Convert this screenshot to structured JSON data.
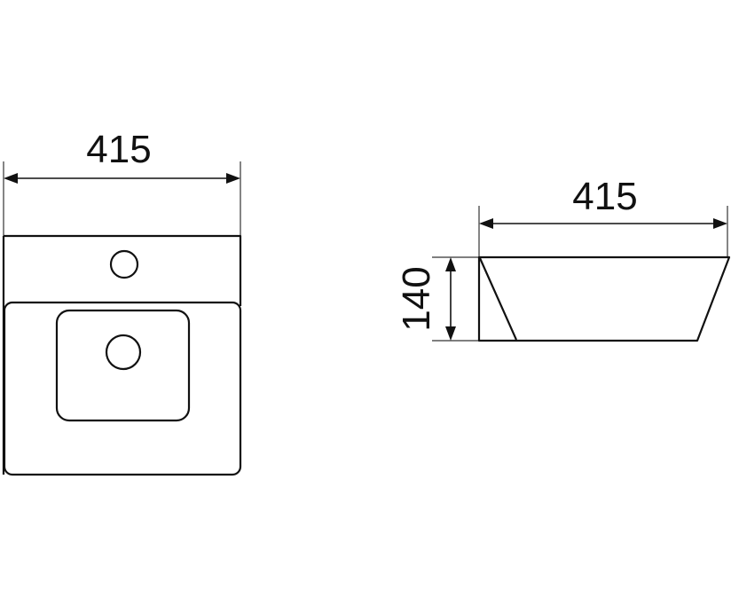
{
  "top_view": {
    "width_dimension": "415"
  },
  "side_view": {
    "width_dimension": "415",
    "height_dimension": "140"
  },
  "colors": {
    "stroke": "#111111",
    "background": "#ffffff"
  }
}
